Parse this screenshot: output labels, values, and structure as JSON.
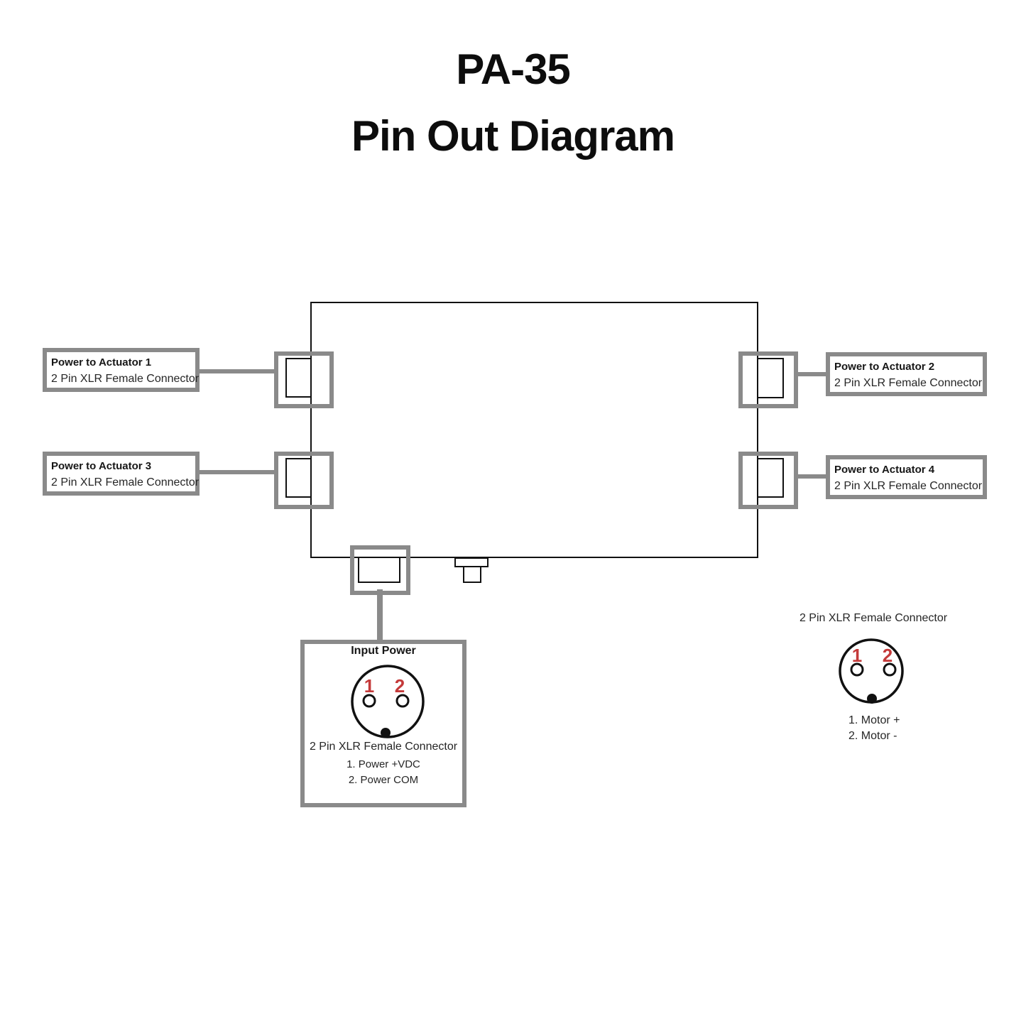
{
  "title": {
    "line1": "PA-35",
    "line2": "Pin Out Diagram"
  },
  "actuators": [
    {
      "title": "Power to Actuator 1",
      "subtitle": "2 Pin XLR Female Connector"
    },
    {
      "title": "Power to Actuator 2",
      "subtitle": "2 Pin XLR Female Connector"
    },
    {
      "title": "Power to Actuator 3",
      "subtitle": "2 Pin XLR Female Connector"
    },
    {
      "title": "Power to Actuator 4",
      "subtitle": "2 Pin XLR Female Connector"
    }
  ],
  "input_power": {
    "title": "Input Power",
    "connector_type": "2 Pin XLR Female Connector",
    "pins": {
      "pin1_number": "1",
      "pin2_number": "2",
      "pin1_desc": "1. Power +VDC",
      "pin2_desc": "2. Power COM"
    }
  },
  "xlr_detail": {
    "caption": "2 Pin XLR Female Connector",
    "pins": {
      "pin1_number": "1",
      "pin2_number": "2",
      "pin1_desc": "1. Motor +",
      "pin2_desc": "2. Motor -"
    }
  },
  "colors": {
    "outline_black": "#111111",
    "box_gray": "#8a8a8a",
    "pin_number_red": "#c43a3a",
    "background": "#ffffff"
  }
}
